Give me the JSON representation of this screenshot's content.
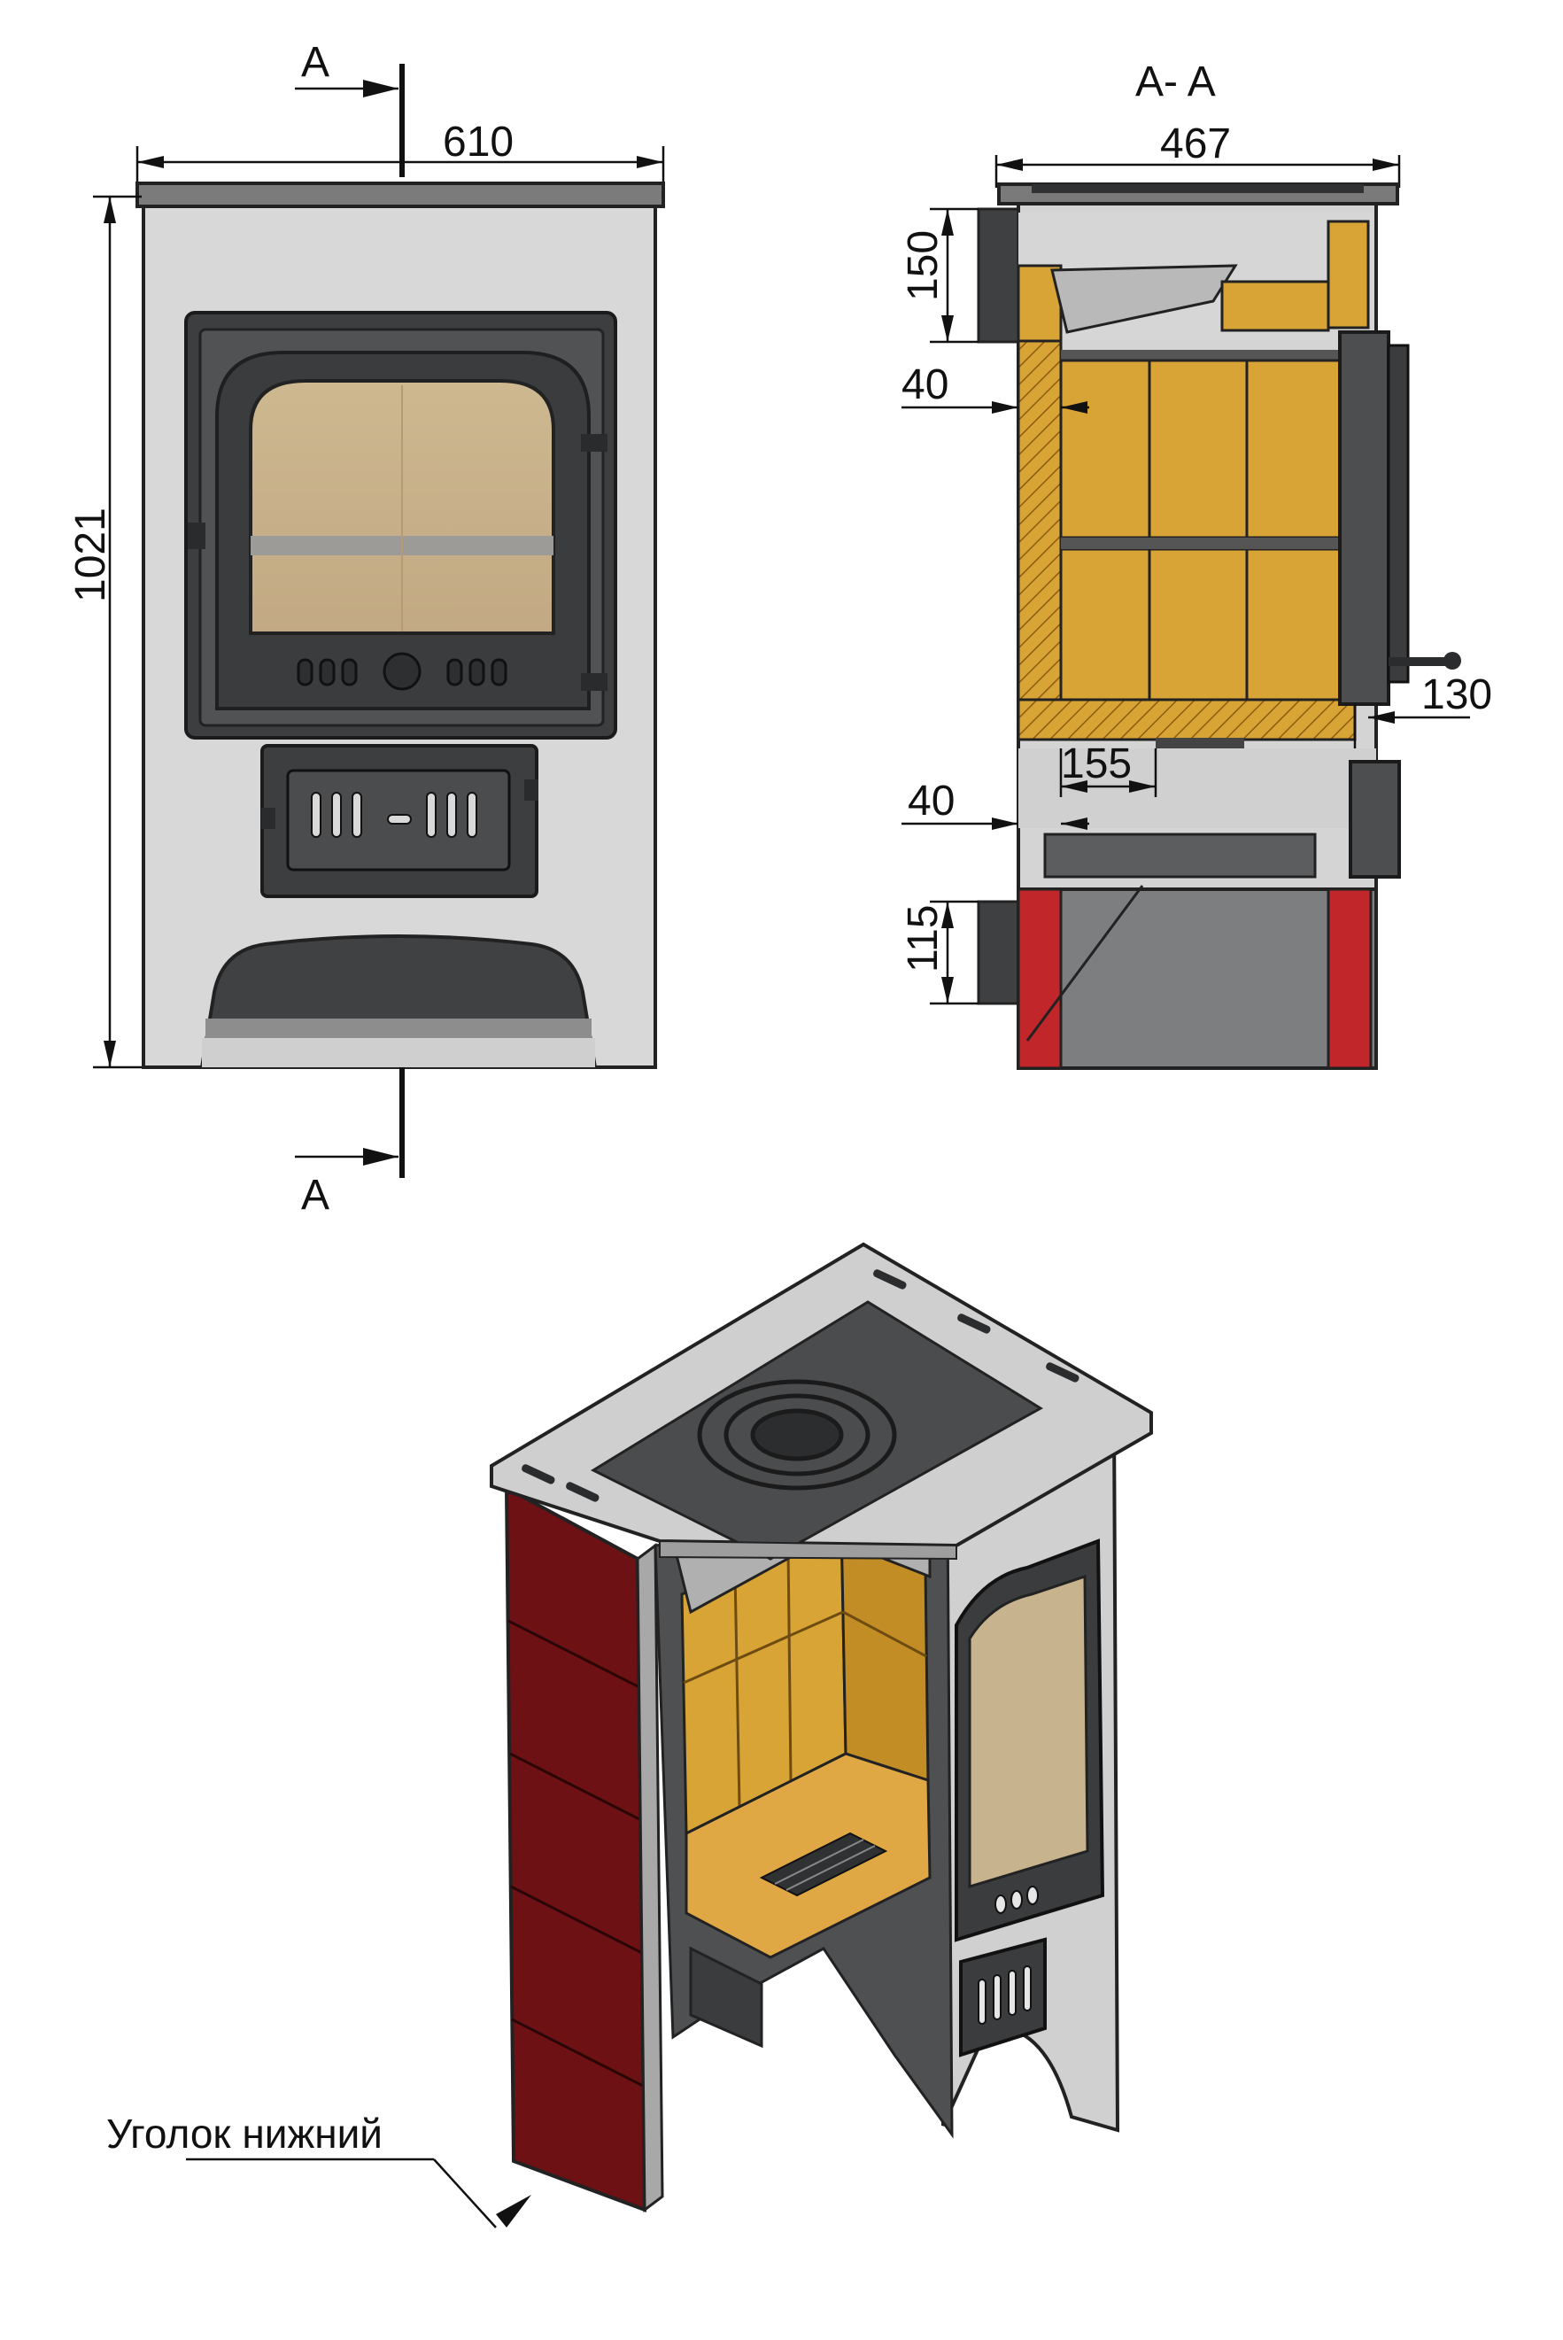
{
  "front_view": {
    "section_mark_top": "A",
    "section_mark_bottom": "A",
    "width_dim": "610",
    "height_dim": "1021"
  },
  "section_view": {
    "title": "A- A",
    "depth_dim": "467",
    "dims": {
      "d150": "150",
      "d40_top": "40",
      "d130": "130",
      "d155": "155",
      "d40_bottom": "40",
      "d115": "115"
    }
  },
  "iso_view": {
    "callout_label": "Уголок нижний"
  },
  "colors": {
    "steel": "#d6d6d6",
    "cast_iron": "#3d3f41",
    "glass": "#c8b38f",
    "firebrick": "#d9a436",
    "red_tile": "#c0262a",
    "dark_red": "#6e1114"
  }
}
